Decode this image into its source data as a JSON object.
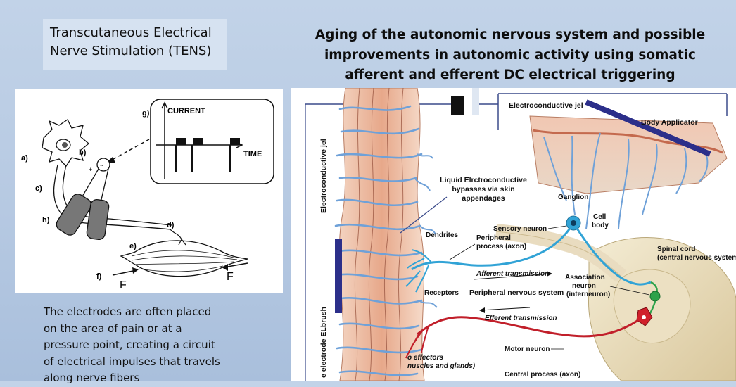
{
  "tens_title": {
    "line1": "Transcutaneous Electrical",
    "line2": "Nerve Stimulation (TENS)"
  },
  "main_title": {
    "line1": "Aging of the autonomic nervous system and possible",
    "line2": "improvements in autonomic activity using somatic",
    "line3": "afferent and efferent DC electrical triggering"
  },
  "left_figure": {
    "label_a": "a)",
    "label_b": "b)",
    "label_c": "c)",
    "label_d": "d)",
    "label_e": "e)",
    "label_f": "f)",
    "label_g": "g)",
    "label_h": "h)",
    "current": "CURRENT",
    "time": "TIME",
    "force_left": "F",
    "force_right": "F",
    "plus": "+"
  },
  "body_text": {
    "line1": "The electrodes are often placed",
    "line2": "on the area of pain or at a",
    "line3": "pressure point, creating a circuit",
    "line4": "of electrical impulses that travels",
    "line5": "along nerve fibers"
  },
  "right_figure": {
    "electroconductive_top": "Electroconductive jel",
    "body_applicator": "Body Applicator",
    "electroconductive_side": "Electroconductive jel",
    "elbrush_side": "e electrode ELbrush",
    "bypass_line1": "Liquid Elrctroconductive",
    "bypass_line2": "bypasses via skin",
    "bypass_line3": "appendages",
    "ganglion": "Ganglion",
    "cell_body_1": "Cell",
    "cell_body_2": "body",
    "sensory_neuron": "Sensory neuron",
    "dendrites": "Dendrites",
    "peripheral_process_1": "Peripheral",
    "peripheral_process_2": "process (axon)",
    "spinal_cord_1": "Spinal cord",
    "spinal_cord_2": "(central nervous system)",
    "afferent": "Afferent transmission",
    "association_1": "Association",
    "association_2": "neuron",
    "association_3": "(interneuron)",
    "receptors": "Receptors",
    "pns": "Peripheral nervous system",
    "efferent": "Efferent transmission",
    "effectors_1": "o effectors",
    "effectors_2": "nuscles and glands)",
    "motor_neuron": "Motor neuron",
    "central_process": "Central process (axon)"
  }
}
